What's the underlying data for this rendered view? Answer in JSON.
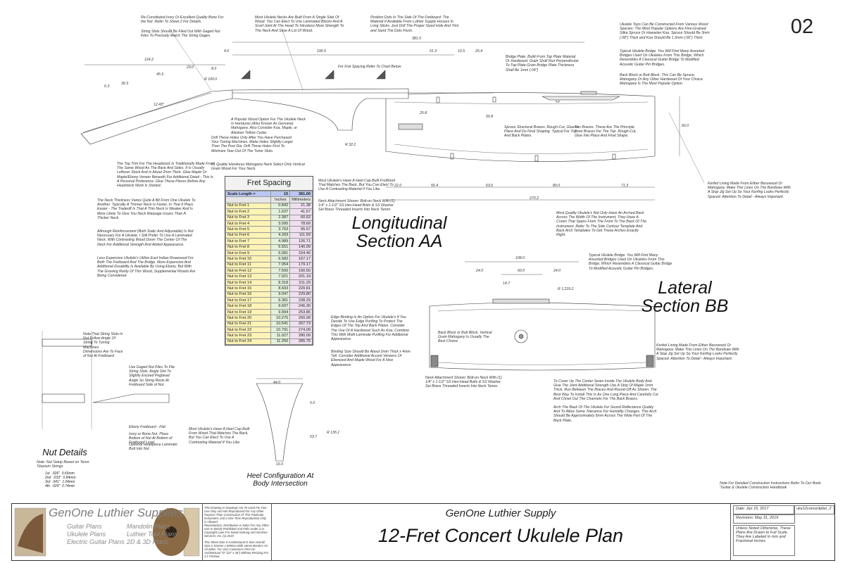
{
  "sections": {
    "longitudinal": "Longitudinal Section AA",
    "lateral": "Lateral Section BB"
  },
  "detail_titles": {
    "nut": "Nut Details",
    "heel": "Heel Configuration At Body Intersection"
  },
  "fret_table": {
    "title": "Fret Spacing",
    "scale_label": "Scale Length =",
    "scale_inches": "15",
    "scale_mm": "381.00",
    "col_inches": "Inches",
    "col_mm": "Millimeters",
    "rows": [
      [
        "Nut to Fret 1",
        "0.842",
        "21.38"
      ],
      [
        "Nut to Fret 2",
        "1.637",
        "41.57"
      ],
      [
        "Nut to Fret 3",
        "2.387",
        "60.62"
      ],
      [
        "Nut to Fret 4",
        "3.095",
        "78.60"
      ],
      [
        "Nut to Fret 5",
        "3.763",
        "95.57"
      ],
      [
        "Nut to Fret 6",
        "4.393",
        "111.59"
      ],
      [
        "Nut to Fret 7",
        "4.989",
        "126.71"
      ],
      [
        "Nut to Fret 8",
        "5.551",
        "140.99"
      ],
      [
        "Nut to Fret 9",
        "6.081",
        "154.46"
      ],
      [
        "Nut to Fret 10",
        "6.582",
        "167.17"
      ],
      [
        "Nut to Fret 11",
        "7.054",
        "179.17"
      ],
      [
        "Nut to Fret 12",
        "7.500",
        "190.50"
      ],
      [
        "Nut to Fret 13",
        "7.921",
        "201.19"
      ],
      [
        "Nut to Fret 14",
        "8.318",
        "211.29"
      ],
      [
        "Nut to Fret 15",
        "8.693",
        "220.81"
      ],
      [
        "Nut to Fret 16",
        "9.047",
        "229.80"
      ],
      [
        "Nut to Fret 17",
        "9.381",
        "238.29"
      ],
      [
        "Nut to Fret 18",
        "9.697",
        "246.30"
      ],
      [
        "Nut to Fret 19",
        "9.994",
        "253.86"
      ],
      [
        "Nut to Fret 20",
        "10.275",
        "260.99"
      ],
      [
        "Nut to Fret 21",
        "10.541",
        "267.73"
      ],
      [
        "Nut to Fret 22",
        "10.791",
        "274.09"
      ],
      [
        "Nut to Fret 23",
        "11.027",
        "280.09"
      ],
      [
        "Nut to Fret 24",
        "11.250",
        "285.75"
      ]
    ]
  },
  "dimensions": {
    "d124": "124.2",
    "d45": "45.5",
    "d23": "23.0",
    "d8": "8.0",
    "d39": "39.3",
    "d6": "6.3",
    "r100": "R 100.0",
    "angle": "12.43°",
    "d190": "190.5",
    "d4": "4.0",
    "d381": "381.0",
    "d51": "51.3",
    "d105": "10.5",
    "d254": "25.4",
    "d508": "50.8",
    "d258": "25.8",
    "r32": "R 32.2",
    "d22": "22.0",
    "d554": "55.4",
    "d636": "63.6",
    "d800": "80.0",
    "d713": "71.3",
    "d2702": "270.2",
    "d660": "66.0",
    "d108": "108.0",
    "d240a": "24.0",
    "d600": "60.0",
    "d240b": "24.0",
    "d147": "14.7",
    "r1219": "R 1,219.2",
    "d440": "44.0",
    "d160": "16.0",
    "r1351": "R 135.1",
    "d537": "53.7",
    "d50": "5.0"
  },
  "notes": {
    "n_bone": "Re-Constituted Ivory Or Excellent Quality Bone For the Nut. Refer To Sheet 2 For Details.",
    "n_slots": "String Slots Should Be Filed Out With Gaged Nut Files To Precisely Match The String Gages.",
    "n_neck_slab": "Most Ukulele Necks Are Built From A Single Slab Of Wood. You Can Elect To Use Laminated Blocks And A Scarf Joint At The Head To Introduce More Strength To The Neck And Save A Lot Of Wood.",
    "n_position_dots": "Position Dots In The Side Of The Fretboard: The Material If Available From Luthier Supply Houses In Long Sticks. Just Drill The Proper Sized Hole And Trim and Sand The Dots Flush.",
    "n_fret_ref": "For Fret Spacing Refer To Chart Below",
    "n_tops": "Ukulele Tops Can Be Constructed From Various Wood Species: The Most Popular Options Are Fine-Grained Sitka Spruce Or Hawaiian Koa. Spruce Should Be 3mm (.08\") Thick and Koa Should Be 1.5mm (.06\") Thick",
    "n_bridge_typ": "Typical Ukulele Bridge. You Will Find Many Assorted Bridges Used On Ukuleles From This Bridge, Which Resembles A Classical Guitar Bridge To Modified Acoustic Guitar Pin Bridges.",
    "n_bridge_plate": "Bridge Plate. Build From Top Plate Material Or Hardwood. Grain Shall Run Perpendicular To Top Plate Grain Bridge Plate Thickness Shall Be 1mm (.04\")",
    "n_back_block": "Back Block or Butt Block. This Can Be Spruce, Mahogany Or Any Other Hardwood Of Your Choice. Mahogany Is The Most Popular Option.",
    "n_neck_wood": "A Popular Wood Option For The Ukulele Neck Is Honduras (Also Known As Genuine) Mahogany. Also Consider Koa, Maple, or Alaskan Yellow Cedar.",
    "n_drill": "Drill These Holes Only After You Have Purchased Your Tuning Machines. Make Holes Slightly Larger Than The Post Dia. Drill These Holes First To Minimize Tear-Out Of The Tuner Slots.",
    "n_honduras": "#1 Quality Honduras Mahogany Neck Select Only Vertical Grain Wood For Your Neck.",
    "n_spruce_braces": "Spruce Structural Braces. Rough-Cut, Glue In Place And Do Final Shaping. Typical For Top And Back Plates.",
    "n_fan_braces": "Fan Braces. These Are The Principle Tone Braces For The Top. Rough-Cut, Glue Into Place And Final Shape.",
    "n_top_trim": "The Top Trim For The Headstock Is Traditionally Made From The Same Wood As The Back And Sides. It Is Usually Leftover Stock And Is About 2mm Thick. Glue Maple Or Maple/Ebony Veneer Beneath For Additional Detail - This Is A Personal Preference. Glue These Pieces Before Any Headstock Work Is Started.",
    "n_heel_cap": "Most Ukulele's Have A Heel Cap Built FroWood That Matches The Back, But You Can Elect To Use A Contrasting Material If You Like.",
    "n_neck_attach": "Neck Attachment Shown: Bolt-on Neck With (1) 1/4\" x 1-1/2\" SS Hex-Head Bolts & SS Washer. Set Brass Threaded Inserts Into Neck Tenon.",
    "n_kerfed": "Kerfed Lining Made From Either Basswood Or Mahogany. Make This Lines On The Bandsaw With A Stop Jig Set Up So Your Kerfing Looks Perfectly Spaced. Attention To Detail - Always Important.",
    "n_arched_back": "Most Quality Ukulele's Not Only Have An Arched Back Across The Width Of The Instrument, They Have A Crown That Spans From The Front To The Back Of The Instrument. Refer To The Side Contour Template And Back Arch Templates To Get These Arches Exactly Right.",
    "n_thickness": "The Neck Thickness Varies Quite A Bit From One Ukulele To Another. Typically A Thinner Neck Is Faster, In That It Plays Easier - The Tradeoff Is That A Thin Neck Is Weaker And Is More Likely To Give You Neck Warpage Issues Than A Thicker Neck.",
    "n_reinforce": "Although Reinforcement (Both Static And Adjustable) Is Not Necessary For A Ukulele, I Still Prefer To Use A Laminated Neck, With Contrasting Wood Down The Center Of The Neck For Additional Strength And Added Appearance.",
    "n_rosewood": "Less Expensive Ukulele's Utilize East Indian Rosewood For Both The Fretboard And The Bridge. More Expensive And Additional Durability Is Available By Using Ebony. But With The Growing Rarity Of This Wood, Supplemental Woods Are Being Considered.",
    "n_lat_bridge": "Typical Ukulele Bridge. You Will Find Many Assorted Bridges Used On Ukuleles From This Bridge, Which Resembles A Classical Guitar Bridge To Modified Acoustic Guitar Pin Bridges.",
    "n_lat_block": "Back Block or Butt Block. Vertical Grain Mahogany Is Usually The Best Choice.",
    "n_edge_binding": "Edge Binding Is An Option For Ukulele's If You Decide To Use Edge Purfling To Protect The Edges Of The Top And Back Plates. Consider The Use Of A Hardwood Such As Koa. Combine This With Multi-Laminate Purfling For Additional Appearance.",
    "n_binding_size": "Binding Size Should Be About 2mm Thick x 4mm Tall. Consider Additional Accent Veneers Of Ebonized And Maple Wood For A Nice Appearance.",
    "n_lat_neck": "Neck Attachment Shown: Bolt-on Neck With (1) 1/4\" x 1-1/2\" SS Hex-Head Bolts & SS Washer. Set Brass Threaded Inserts Into Neck Tenon.",
    "n_center_seam": "To Cover Up The Center Seam Inside The Ukulele Body And Give The Joint Additional Strength Use A Strip Of Maple 1mm Thick. Run Between The Braces And Round-Off As Shown. The Best Way To Install This Is As One Long Piece And Carefully Cut And Chisel Out The Channels For The Back Braces.",
    "n_arch_back": "Arch The Back Of The Ukulele For Sound Reflectance Quality And To Allow Some Tolerance For Humidity Changes. This Arch Should Be Approximately 5mm Across The Wide Part Of The Back Plate.",
    "n_lat_kerf": "Kerfed Lining Made From Either Basswood Or Mahogany. Make This Lines On The Bandsaw With A Stop Jig Set Up So Your Kerfing Looks Perfectly Spaced. Attention To Detail - Always Important.",
    "n_string_slots": "Note That String Slots In Nut Follow Angle Of String To Tuning Machines",
    "n_dims_face": "Dimensions Are To Face of Nut At Fretboard",
    "n_gaged": "Use Gaged Nut Files To File String Slots. Angle Slot To Slightly Exceed Pegbead Angle So String Rests At Fretboard Side of Nut",
    "n_ebony": "Ebony Fretboard - Flat",
    "n_ivory": "Ivory or Bone Nut. Place Bottom of Nut At Bottom of Fretboard Level",
    "n_optional": "Optional Headpiece Laminate: Butt Into Nut",
    "n_heel_cap2": "Most Ukulele's Have A Heel Cap Built From Wood That Matches The Back, But You Can Elect To Use A Contrasting Material If You Like.",
    "n_nut_setup": "Note: Nut Setup Based on Tenor Titanium Strings",
    "n_detailed": "Note For Detailed Construction Instructions Refer To Our Book \"Guitar & Ukulele Construction Handbook"
  },
  "nut_strings": [
    [
      "1st",
      ".026\"",
      "0.66mm"
    ],
    [
      "2nd",
      ".033\"",
      "0.84mm"
    ],
    [
      "3rd",
      ".041\"",
      "1.04mm"
    ],
    [
      "4th",
      ".029\"",
      "0.74mm"
    ]
  ],
  "title_block": {
    "logo_title": "GenOne Luthier Supplies",
    "links_left": [
      "Guitar Plans",
      "Ukulele Plans",
      "Electric Guitar Plans"
    ],
    "links_right": [
      "Mandolin Plans",
      "Luthier Tool Plans",
      "2D & 3D Plans"
    ],
    "legal_1": "This Drawing or Drawings Are To Used For One Use Only And Not Reproduced For Any Other Purpose Than Construction Of This Particular Instrument, and a One Time Reproduction Only is Allowed.",
    "legal_2": "Reproduction, Distribution or Sales For Any Other Use Is Strictly Prohibited And Falls Under U.S. Copyright Laws For David Hartung And GenOne Services, Inc. (c) 2019",
    "legal_3": "This Sheet Size Is Architectural D Size Overall Size is 914mm x 609mm With 16mm Borders On All Sides. For USA Customers Print On Architectural \"D\" (24\" x 36\") Without Resizing For 1:1 Printout.",
    "company": "GenOne Luthier Supply",
    "plan_title": "12-Fret Concert Ukulele Plan",
    "date": "Date: Jan 15, 2017",
    "revisions": "Revisions: May 31, 2019",
    "scale_note": "Unless Noted Otherwise, These Plans Are Drawn to Full Scale. They Are Labeled In mm and Fractional Inches.",
    "file_id": "uke12concertplan_2",
    "sheet": "02"
  },
  "colors": {
    "line": "#333333",
    "scale_row": "#b9c7f0",
    "label_col": "#fdf3b5",
    "inch_col": "#e3f1dd",
    "mm_col": "#efe0f0",
    "logo_text": "#7d7d7d"
  }
}
